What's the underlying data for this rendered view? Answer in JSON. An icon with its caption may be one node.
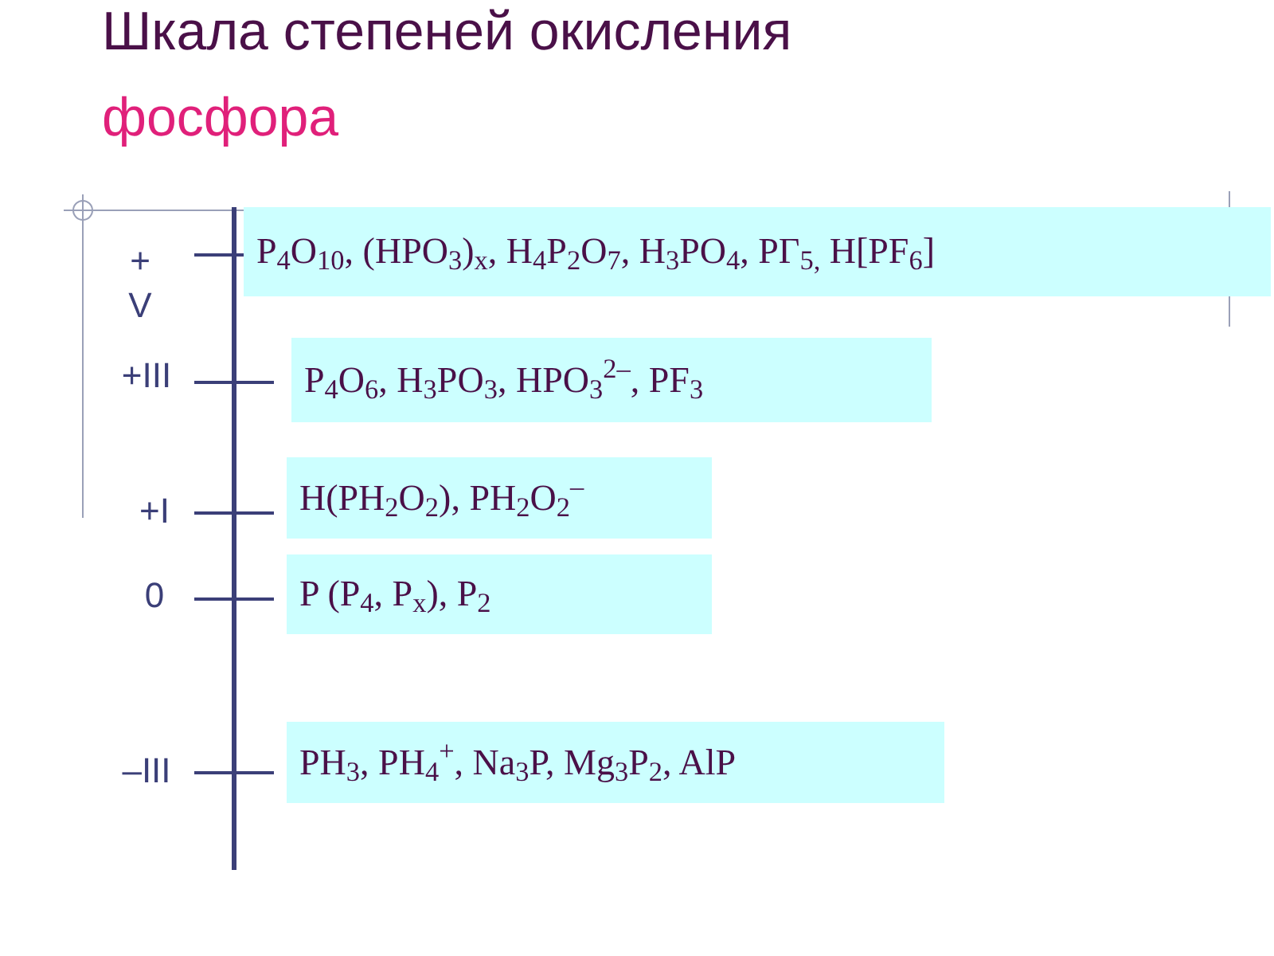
{
  "diagram": {
    "title": "Шкала степеней окисления",
    "nodes": [
      {
        "text": [
          "P$_{4}$O$_{10}$, (HPO$_{3}$)$_{x}$, H$_{4}$P$_{2}$O$_{7}$, H$_{3}$PO$_{4}$, PГ$_{5,}$ H[PF$_{6}$]"
        ]
      },
      {
        "text": [
          "P$_{4}$O$_{6}$, H$_{3}$PO$_{3}$, HPO$_{3}$$^{2–}$, PF$_{3}$"
        ]
      },
      {
        "text": [
          "H(PH$_{2}$O$_{2}$), PH$_{2}$O$_{2}$$^{–}$"
        ]
      },
      {
        "text": [
          "P (P$_{4}$, P$_{x}$), P$_{2}$"
        ]
      },
      {
        "text": [
          "PH$_{3}$, PH$_{4}$$^{+}$, Na$_{3}$P, Mg$_{3}$P$_{2}$, AlP"
        ]
      }
    ],
    "labels": [
      "фосфора",
      "+ V",
      "+III",
      "+I",
      "0",
      "–III"
    ]
  }
}
